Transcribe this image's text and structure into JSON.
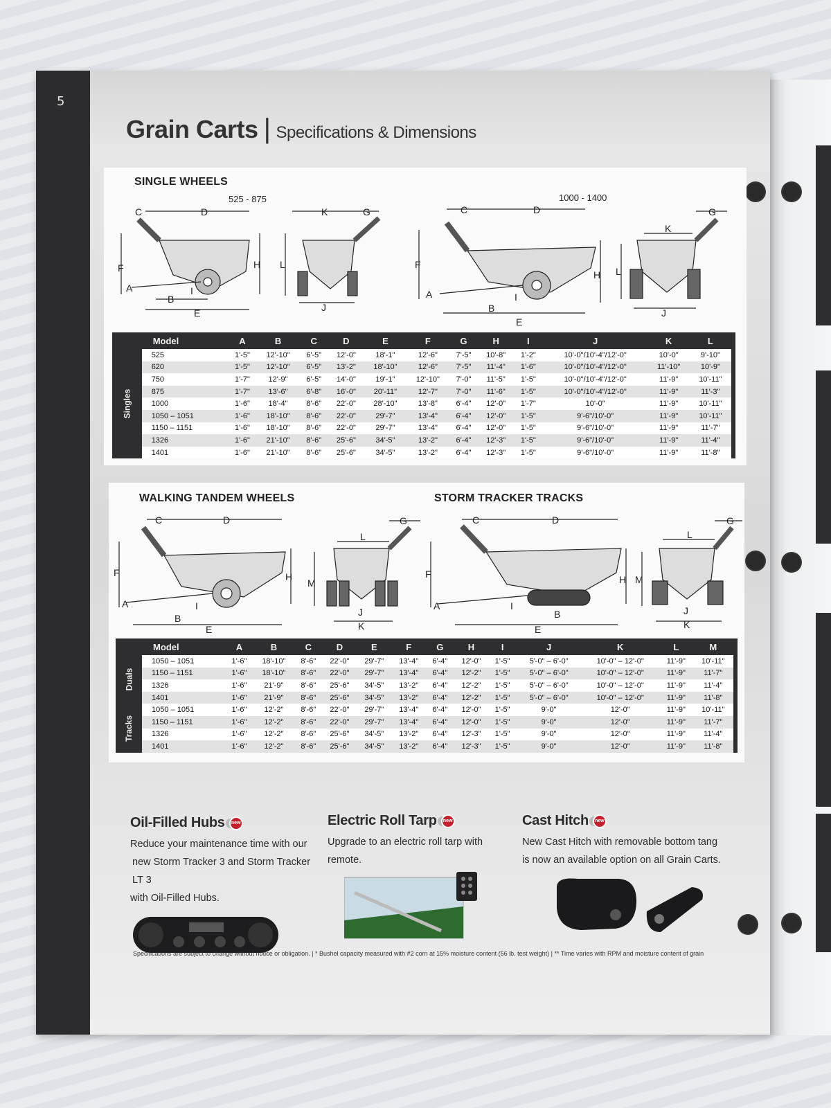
{
  "page_number": "5",
  "title": {
    "main": "Grain Carts",
    "sub": "Specifications & Dimensions"
  },
  "singles_section": {
    "heading": "SINGLE WHEELS",
    "range_left": "525 - 875",
    "range_right": "1000 - 1400",
    "group_label": "Singles",
    "columns": [
      "Model",
      "A",
      "B",
      "C",
      "D",
      "E",
      "F",
      "G",
      "H",
      "I",
      "J",
      "K",
      "L"
    ],
    "rows": [
      [
        "525",
        "1'-5\"",
        "12'-10\"",
        "6'-5\"",
        "12'-0\"",
        "18'-1\"",
        "12'-6\"",
        "7'-5\"",
        "10'-8\"",
        "1'-2\"",
        "10'-0\"/10'-4\"/12'-0\"",
        "10'-0\"",
        "9'-10\""
      ],
      [
        "620",
        "1'-5\"",
        "12'-10\"",
        "6'-5\"",
        "13'-2\"",
        "18'-10\"",
        "12'-6\"",
        "7'-5\"",
        "11'-4\"",
        "1'-6\"",
        "10'-0\"/10'-4\"/12'-0\"",
        "11'-10\"",
        "10'-9\""
      ],
      [
        "750",
        "1'-7\"",
        "12'-9\"",
        "6'-5\"",
        "14'-0\"",
        "19'-1\"",
        "12'-10\"",
        "7'-0\"",
        "11'-5\"",
        "1'-5\"",
        "10'-0\"/10'-4\"/12'-0\"",
        "11'-9\"",
        "10'-11\""
      ],
      [
        "875",
        "1'-7\"",
        "13'-6\"",
        "6'-8\"",
        "16'-0\"",
        "20'-11\"",
        "12'-7\"",
        "7'-0\"",
        "11'-6\"",
        "1'-5\"",
        "10'-0\"/10'-4\"/12'-0\"",
        "11'-9\"",
        "11'-3\""
      ],
      [
        "1000",
        "1'-6\"",
        "18'-4\"",
        "8'-6\"",
        "22'-0\"",
        "28'-10\"",
        "13'-8\"",
        "6'-4\"",
        "12'-0\"",
        "1'-7\"",
        "10'-0\"",
        "11'-9\"",
        "10'-11\""
      ],
      [
        "1050 – 1051",
        "1'-6\"",
        "18'-10\"",
        "8'-6\"",
        "22'-0\"",
        "29'-7\"",
        "13'-4\"",
        "6'-4\"",
        "12'-0\"",
        "1'-5\"",
        "9'-6\"/10'-0\"",
        "11'-9\"",
        "10'-11\""
      ],
      [
        "1150 – 1151",
        "1'-6\"",
        "18'-10\"",
        "8'-6\"",
        "22'-0\"",
        "29'-7\"",
        "13'-4\"",
        "6'-4\"",
        "12'-0\"",
        "1'-5\"",
        "9'-6\"/10'-0\"",
        "11'-9\"",
        "11'-7\""
      ],
      [
        "1326",
        "1'-6\"",
        "21'-10\"",
        "8'-6\"",
        "25'-6\"",
        "34'-5\"",
        "13'-2\"",
        "6'-4\"",
        "12'-3\"",
        "1'-5\"",
        "9'-6\"/10'-0\"",
        "11'-9\"",
        "11'-4\""
      ],
      [
        "1401",
        "1'-6\"",
        "21'-10\"",
        "8'-6\"",
        "25'-6\"",
        "34'-5\"",
        "13'-2\"",
        "6'-4\"",
        "12'-3\"",
        "1'-5\"",
        "9'-6\"/10'-0\"",
        "11'-9\"",
        "11'-8\""
      ]
    ]
  },
  "tandem_section": {
    "heading_left": "WALKING TANDEM WHEELS",
    "heading_right": "STORM TRACKER TRACKS",
    "group_duals": "Duals",
    "group_tracks": "Tracks",
    "columns": [
      "Model",
      "A",
      "B",
      "C",
      "D",
      "E",
      "F",
      "G",
      "H",
      "I",
      "J",
      "K",
      "L",
      "M"
    ],
    "duals": [
      [
        "1050 – 1051",
        "1'-6\"",
        "18'-10\"",
        "8'-6\"",
        "22'-0\"",
        "29'-7\"",
        "13'-4\"",
        "6'-4\"",
        "12'-0\"",
        "1'-5\"",
        "5'-0\" – 6'-0\"",
        "10'-0\" – 12'-0\"",
        "11'-9\"",
        "10'-11\""
      ],
      [
        "1150 – 1151",
        "1'-6\"",
        "18'-10\"",
        "8'-6\"",
        "22'-0\"",
        "29'-7\"",
        "13'-4\"",
        "6'-4\"",
        "12'-2\"",
        "1'-5\"",
        "5'-0\" – 6'-0\"",
        "10'-0\" – 12'-0\"",
        "11'-9\"",
        "11'-7\""
      ],
      [
        "1326",
        "1'-6\"",
        "21'-9\"",
        "8'-6\"",
        "25'-6\"",
        "34'-5\"",
        "13'-2\"",
        "6'-4\"",
        "12'-2\"",
        "1'-5\"",
        "5'-0\" – 6'-0\"",
        "10'-0\" – 12'-0\"",
        "11'-9\"",
        "11'-4\""
      ],
      [
        "1401",
        "1'-6\"",
        "21'-9\"",
        "8'-6\"",
        "25'-6\"",
        "34'-5\"",
        "13'-2\"",
        "6'-4\"",
        "12'-2\"",
        "1'-5\"",
        "5'-0\" – 6'-0\"",
        "10'-0\" – 12'-0\"",
        "11'-9\"",
        "11'-8\""
      ]
    ],
    "tracks": [
      [
        "1050 – 1051",
        "1'-6\"",
        "12'-2\"",
        "8'-6\"",
        "22'-0\"",
        "29'-7\"",
        "13'-4\"",
        "6'-4\"",
        "12'-0\"",
        "1'-5\"",
        "9'-0\"",
        "12'-0\"",
        "11'-9\"",
        "10'-11\""
      ],
      [
        "1150 – 1151",
        "1'-6\"",
        "12'-2\"",
        "8'-6\"",
        "22'-0\"",
        "29'-7\"",
        "13'-4\"",
        "6'-4\"",
        "12'-0\"",
        "1'-5\"",
        "9'-0\"",
        "12'-0\"",
        "11'-9\"",
        "11'-7\""
      ],
      [
        "1326",
        "1'-6\"",
        "12'-2\"",
        "8'-6\"",
        "25'-6\"",
        "34'-5\"",
        "13'-2\"",
        "6'-4\"",
        "12'-3\"",
        "1'-5\"",
        "9'-0\"",
        "12'-0\"",
        "11'-9\"",
        "11'-4\""
      ],
      [
        "1401",
        "1'-6\"",
        "12'-2\"",
        "8'-6\"",
        "25'-6\"",
        "34'-5\"",
        "13'-2\"",
        "6'-4\"",
        "12'-3\"",
        "1'-5\"",
        "9'-0\"",
        "12'-0\"",
        "11'-9\"",
        "11'-8\""
      ]
    ]
  },
  "diagram_labels": {
    "single_small_side": [
      "C",
      "D",
      "F",
      "H",
      "A",
      "I",
      "B",
      "E"
    ],
    "single_small_rear": [
      "K",
      "G",
      "L",
      "J"
    ],
    "single_large_side": [
      "C",
      "D",
      "F",
      "H",
      "A",
      "I",
      "B",
      "E"
    ],
    "single_large_rear": [
      "G",
      "K",
      "L",
      "J"
    ],
    "tandem_side": [
      "C",
      "D",
      "F",
      "H",
      "A",
      "I",
      "B",
      "E"
    ],
    "tandem_rear": [
      "G",
      "L",
      "M",
      "J",
      "K"
    ],
    "track_side": [
      "C",
      "D",
      "F",
      "H",
      "A",
      "I",
      "B",
      "E"
    ],
    "track_rear": [
      "G",
      "L",
      "M",
      "J",
      "K"
    ]
  },
  "features": [
    {
      "title": "Oil-Filled Hubs",
      "badge": "new",
      "description": [
        "Reduce your maintenance time with our",
        "new Storm Tracker 3 and Storm Tracker LT 3",
        "with Oil-Filled Hubs."
      ]
    },
    {
      "title": "Electric Roll Tarp",
      "badge": "new",
      "description": [
        "Upgrade to an electric roll tarp with remote."
      ]
    },
    {
      "title": "Cast Hitch",
      "badge": "new",
      "description": [
        "New Cast Hitch with removable bottom tang",
        "is now an available option on all Grain Carts."
      ]
    }
  ],
  "footnote": "Specifications are subject to change without notice or obligation.  |  * Bushel capacity measured with #2 corn at 15% moisture content (56 lb. test weight)  |  ** Time varies with RPM and moisture content of grain",
  "colors": {
    "dark": "#2e2e30",
    "badge_red": "#c8202a",
    "cart_green": "#2e6b2e"
  }
}
